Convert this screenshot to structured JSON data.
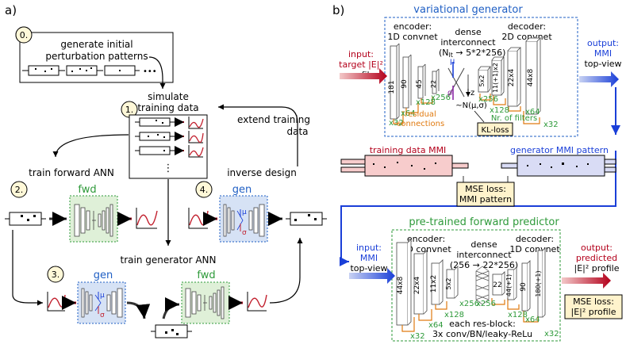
{
  "panel_a": {
    "label": "a)",
    "steps": {
      "s0": {
        "num": "0.",
        "text_line1": "generate initial",
        "text_line2": "perturbation patterns"
      },
      "s1": {
        "num": "1.",
        "text_line1": "simulate",
        "text_line2": "training data"
      },
      "s2": {
        "num": "2.",
        "text": "train forward ANN"
      },
      "s3": {
        "num": "3.",
        "text": "train generator ANN"
      },
      "s4": {
        "num": "4.",
        "text": "inverse design"
      },
      "extend_line1": "extend training",
      "extend_line2": "data"
    },
    "fwd_label": "fwd",
    "gen_label": "gen",
    "mu": "μ",
    "sigma": "σ",
    "dots": "⋮",
    "ellipsis": "•••"
  },
  "panel_b": {
    "label": "b)",
    "vg": {
      "title": "variational generator",
      "encoder_line1": "encoder:",
      "encoder_line2": "1D convnet",
      "dense_line1": "dense",
      "dense_line2": "interconnect",
      "dense_line3": "(N",
      "dense_sub": "lt",
      "dense_line3b": " → 5*2*256)",
      "decoder_line1": "decoder:",
      "decoder_line2": "2D convnet",
      "input_line1": "input:",
      "input_line2": "target |E|²",
      "input_line3": "profile",
      "output_line1": "output:",
      "output_line2": "MMI",
      "output_line3": "top-view",
      "enc_sizes": [
        "181",
        "90",
        "45",
        "22"
      ],
      "dec_sizes": [
        "5x2",
        "11(+1)x2",
        "22x4",
        "44x8"
      ],
      "enc_filters": [
        "x32",
        "x64",
        "x128",
        "x256"
      ],
      "dec_filters": [
        "x256",
        "x128",
        "x64",
        "x32"
      ],
      "residual_line1": "residual",
      "residual_line2": "connections",
      "filters_note": "Nr. of filters",
      "normal": "~N(μ,σ)",
      "z": "z",
      "mu": "μ",
      "sigma": "σ",
      "kl": "KL-loss"
    },
    "mid": {
      "training_mmi": "training data MMI",
      "generator_mmi": "generator MMI pattern",
      "mse_line1": "MSE loss:",
      "mse_line2": "MMI pattern"
    },
    "fp": {
      "title": "pre-trained forward predictor",
      "encoder_line1": "encoder:",
      "encoder_line2": "2D convnet",
      "dense_line1": "dense",
      "dense_line2": "interconnect",
      "dense_line3": "(256 → 22*256)",
      "decoder_line1": "decoder:",
      "decoder_line2": "1D convnet",
      "input_line1": "input:",
      "input_line2": "MMI",
      "input_line3": "top-view",
      "output_line1": "output:",
      "output_line2": "predicted",
      "output_line3": "|E|² profile",
      "enc_sizes": [
        "44x8",
        "22x4",
        "11x2",
        "5x2"
      ],
      "dec_sizes": [
        "22",
        "44(+1)",
        "90",
        "180(+1)"
      ],
      "enc_filters": [
        "x32",
        "x64",
        "x128",
        "x256"
      ],
      "dec_filters": [
        "x256",
        "x128",
        "x64",
        "x32"
      ],
      "resblock_line1": "each res-block:",
      "resblock_line2": "3x conv/BN/leaky-ReLu",
      "mse_line1": "MSE loss:",
      "mse_line2": "|E|² profile"
    }
  },
  "colors": {
    "blue_dash": "#1f5fc4",
    "green_dash": "#2e9a3a",
    "fwd_fill": "#dff0d8",
    "gen_fill": "#d6e2f5",
    "red_arrow": "#b3001b",
    "blue_arrow": "#1a3fd8",
    "orange": "#e07a10",
    "mse_fill": "#fff3cc",
    "training_fill": "#f7cccc",
    "generator_fill": "#d9dcf5"
  }
}
